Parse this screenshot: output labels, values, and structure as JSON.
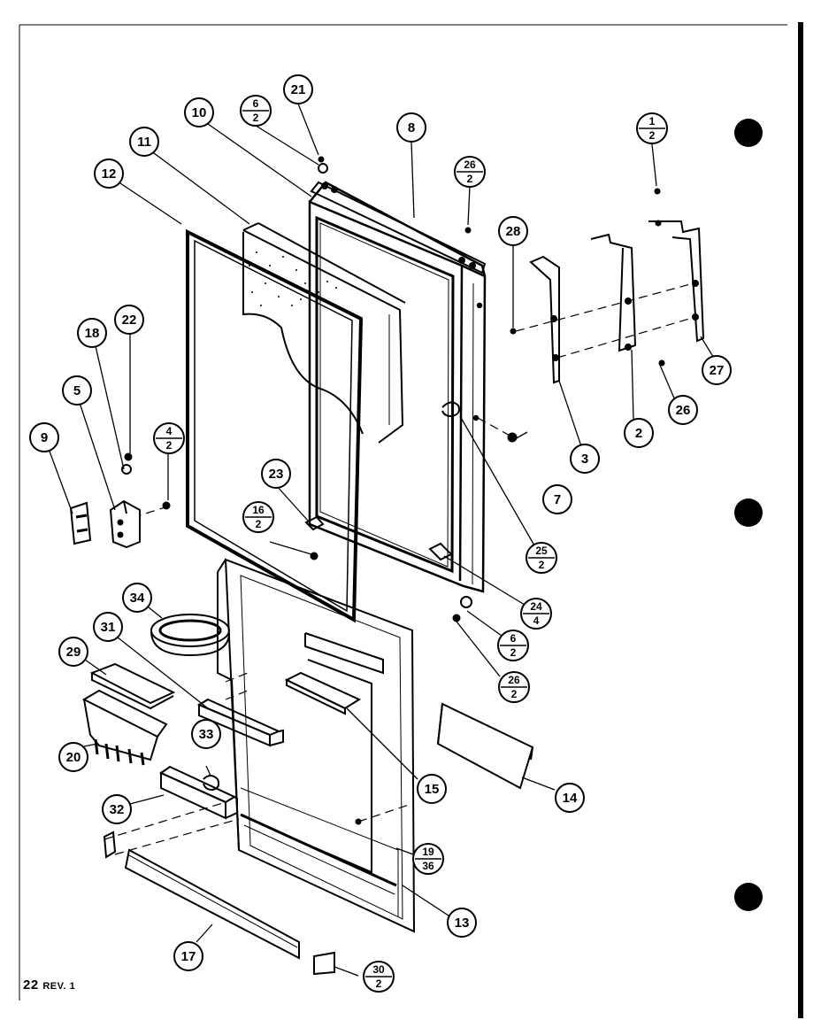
{
  "page": {
    "page_number": "22",
    "revision": "REV. 1"
  },
  "callouts": [
    {
      "id": "c1",
      "num": "1",
      "den": "2"
    },
    {
      "id": "c2",
      "label": "2"
    },
    {
      "id": "c3",
      "label": "3"
    },
    {
      "id": "c4",
      "num": "4",
      "den": "2"
    },
    {
      "id": "c5",
      "label": "5"
    },
    {
      "id": "c6a",
      "num": "6",
      "den": "2"
    },
    {
      "id": "c6b",
      "num": "6",
      "den": "2"
    },
    {
      "id": "c7",
      "label": "7"
    },
    {
      "id": "c8",
      "label": "8"
    },
    {
      "id": "c9",
      "label": "9"
    },
    {
      "id": "c10",
      "label": "10"
    },
    {
      "id": "c11",
      "label": "11"
    },
    {
      "id": "c12",
      "label": "12"
    },
    {
      "id": "c13",
      "label": "13"
    },
    {
      "id": "c14",
      "label": "14"
    },
    {
      "id": "c15",
      "label": "15"
    },
    {
      "id": "c16",
      "num": "16",
      "den": "2"
    },
    {
      "id": "c17",
      "label": "17"
    },
    {
      "id": "c18",
      "label": "18"
    },
    {
      "id": "c19",
      "num": "19",
      "den": "36"
    },
    {
      "id": "c20",
      "label": "20"
    },
    {
      "id": "c21",
      "label": "21"
    },
    {
      "id": "c22",
      "label": "22"
    },
    {
      "id": "c23",
      "label": "23"
    },
    {
      "id": "c24",
      "num": "24",
      "den": "4"
    },
    {
      "id": "c25",
      "num": "25",
      "den": "2"
    },
    {
      "id": "c26a",
      "num": "26",
      "den": "2"
    },
    {
      "id": "c26b",
      "num": "26",
      "den": "2"
    },
    {
      "id": "c26c",
      "label": "26"
    },
    {
      "id": "c27",
      "label": "27"
    },
    {
      "id": "c28",
      "label": "28"
    },
    {
      "id": "c29",
      "label": "29"
    },
    {
      "id": "c30",
      "num": "30",
      "den": "2"
    },
    {
      "id": "c31",
      "label": "31"
    },
    {
      "id": "c32",
      "label": "32"
    },
    {
      "id": "c33",
      "label": "33"
    },
    {
      "id": "c34",
      "label": "34"
    }
  ]
}
